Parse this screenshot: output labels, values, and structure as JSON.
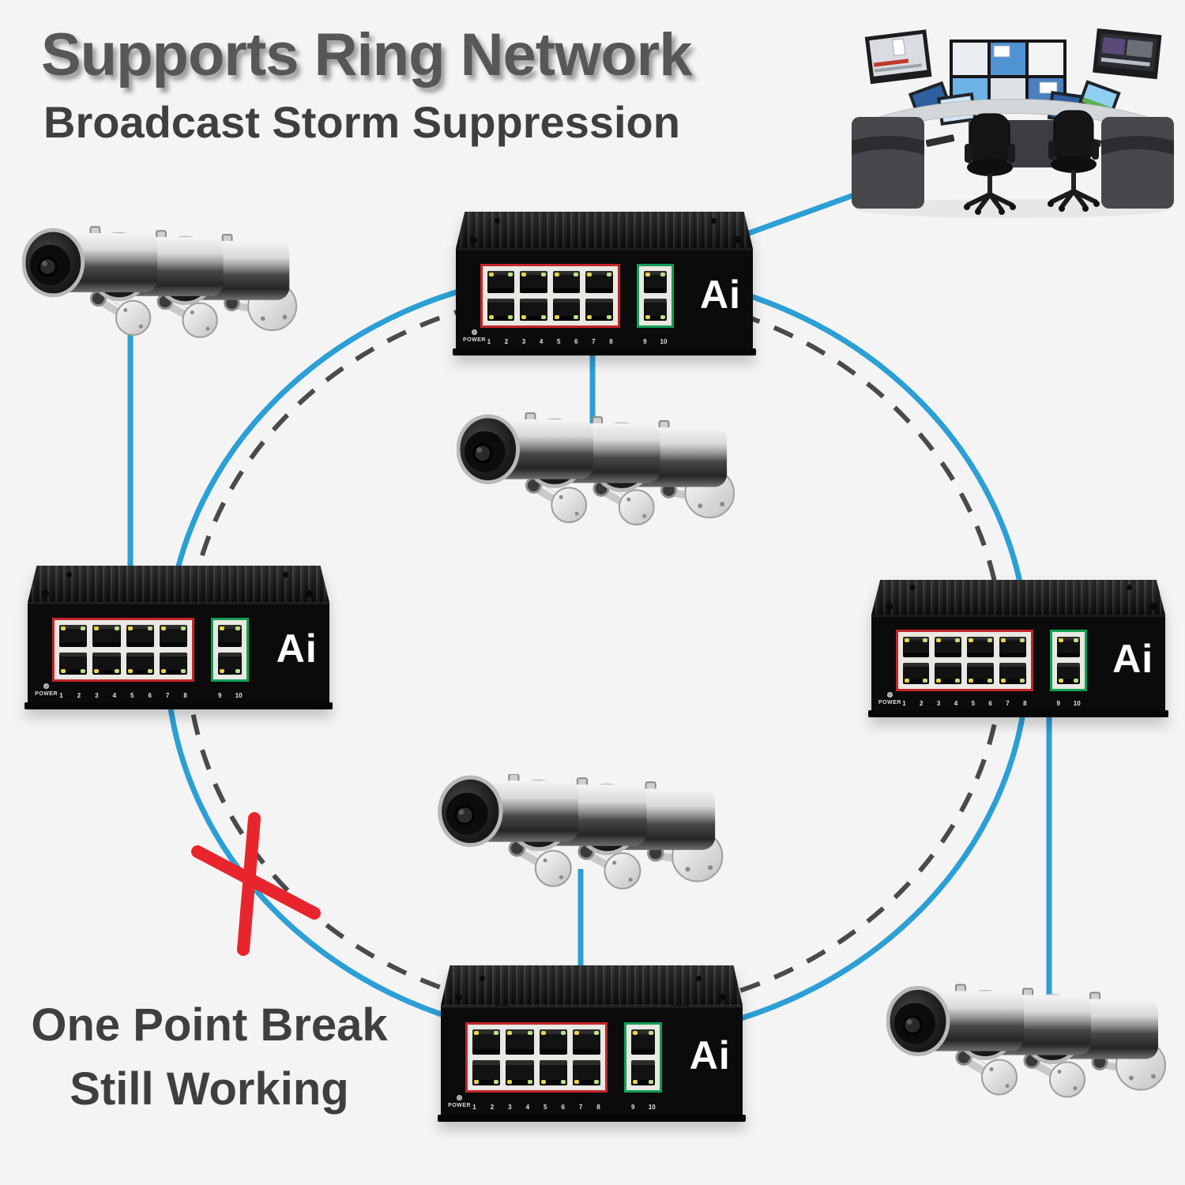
{
  "title": {
    "line1": "Supports Ring Network",
    "line2": "Broadcast Storm Suppression"
  },
  "caption": {
    "line1": "One Point Break",
    "line2": "Still Working"
  },
  "switch": {
    "brand_label": "Ai",
    "power_label": "POWER",
    "lan_ports": [
      "1",
      "2",
      "3",
      "4",
      "5",
      "6",
      "7",
      "8"
    ],
    "uplink_ports": [
      "9",
      "10"
    ]
  },
  "colors": {
    "background": "#f4f4f4",
    "title_gray": "#575757",
    "text_dark": "#3f3f3f",
    "ring_blue": "#2b9fd6",
    "dash_gray": "#4a4a4a",
    "break_red": "#e8252c",
    "port_red": "#c4242b",
    "port_green": "#129e55",
    "led_yellow": "#e9d44c",
    "led_green": "#b9e089"
  }
}
